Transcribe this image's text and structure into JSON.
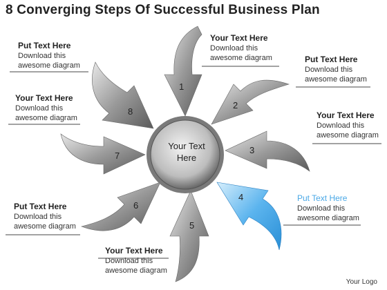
{
  "title": "8 Converging Steps Of Successful Business Plan",
  "center": {
    "line1": "Your Text",
    "line2": "Here"
  },
  "colors": {
    "accent": "#4aa8e6",
    "arrow_gray": "#8a8a8a",
    "line": "#444444"
  },
  "steps": [
    {
      "num": "1",
      "heading": "Your Text Here",
      "line1": "Download this",
      "line2": "awesome diagram"
    },
    {
      "num": "2",
      "heading": "Put Text Here",
      "line1": "Download this",
      "line2": "awesome diagram"
    },
    {
      "num": "3",
      "heading": "Your Text Here",
      "line1": "Download this",
      "line2": "awesome diagram"
    },
    {
      "num": "4",
      "heading": "Put Text Here",
      "line1": "Download this",
      "line2": "awesome diagram"
    },
    {
      "num": "5",
      "heading": "Your Text Here",
      "line1": "Download this",
      "line2": "awesome diagram"
    },
    {
      "num": "6",
      "heading": "Put Text Here",
      "line1": "Download this",
      "line2": "awesome diagram"
    },
    {
      "num": "7",
      "heading": "Your Text Here",
      "line1": "Download this",
      "line2": "awesome diagram"
    },
    {
      "num": "8",
      "heading": "Put Text Here",
      "line1": "Download this",
      "line2": "awesome diagram"
    }
  ],
  "logo": "Your Logo"
}
